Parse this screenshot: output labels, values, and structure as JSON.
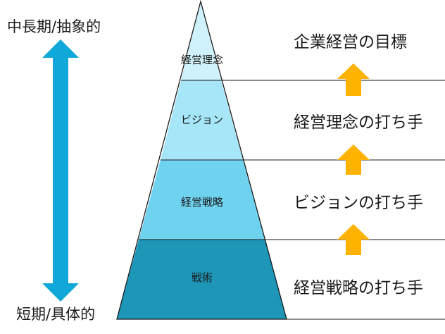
{
  "axis": {
    "top_label": "中長期/抽象的",
    "bottom_label": "短期/具体的",
    "arrow_color": "#0FA8D8"
  },
  "pyramid": {
    "outline_color": "#1a1a1a",
    "tiers": [
      {
        "label": "経営理念",
        "color": "#CFF1FB"
      },
      {
        "label": "ビジョン",
        "color": "#A6E6F8"
      },
      {
        "label": "経営戦略",
        "color": "#6FD3F0"
      },
      {
        "label": "戦術",
        "color": "#1D96B8"
      }
    ]
  },
  "goals": [
    {
      "text": "企業経営の目標"
    },
    {
      "text": "経営理念の打ち手"
    },
    {
      "text": "ビジョンの打ち手"
    },
    {
      "text": "経営戦略の打ち手"
    }
  ],
  "up_arrow_color": "#FFB300"
}
